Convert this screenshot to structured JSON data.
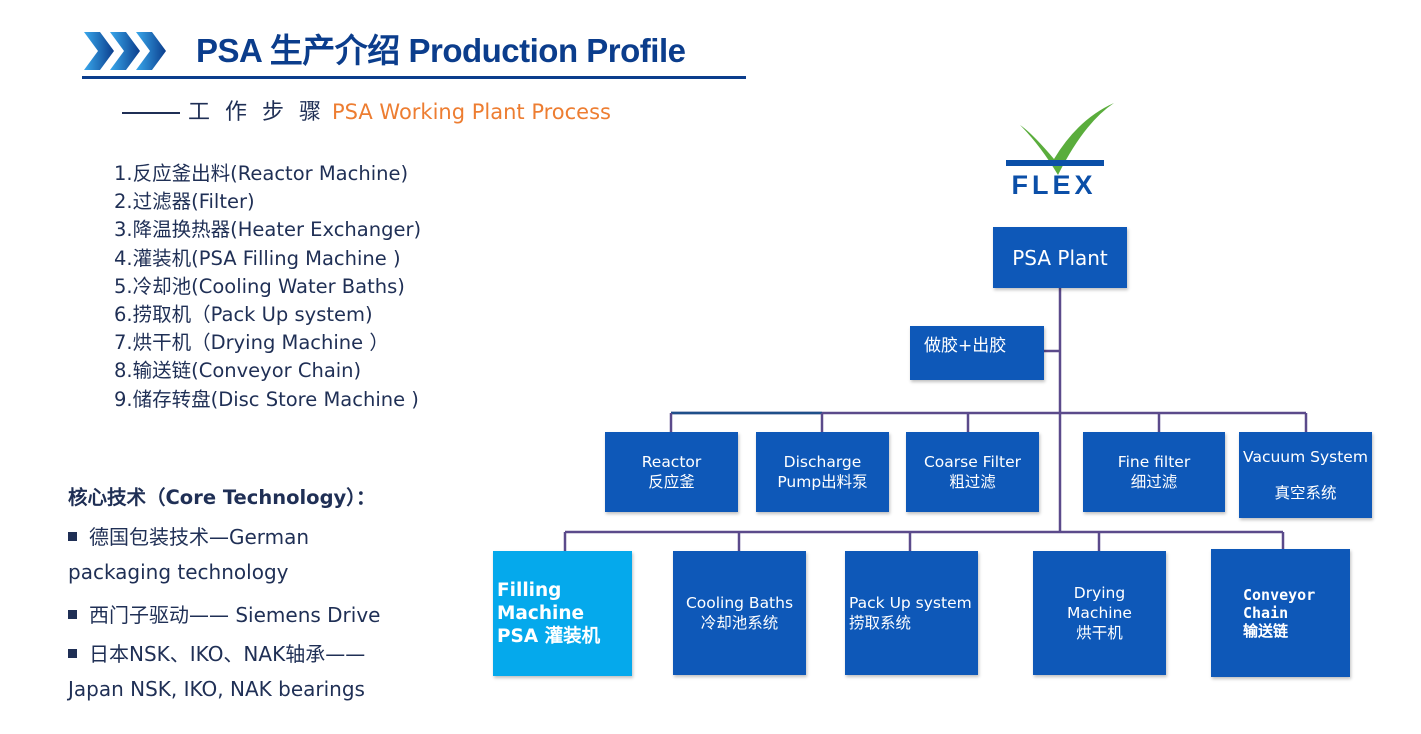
{
  "header": {
    "title": "PSA 生产介绍 Production Profile",
    "subtitle_zh": "工 作 步 骤",
    "subtitle_en": "PSA Working Plant Process"
  },
  "steps": [
    "1.反应釜出料(Reactor Machine)",
    "2.过滤器(Filter)",
    "3.降温换热器(Heater Exchanger)",
    "4.灌装机(PSA Filling Machine )",
    "5.冷却池(Cooling Water Baths)",
    "6.捞取机（Pack Up system)",
    "7.烘干机（Drying Machine ）",
    "8.输送链(Conveyor Chain)",
    "9.储存转盘(Disc Store Machine )"
  ],
  "core": {
    "title": "核心技术（Core Technology）：",
    "l1": "德国包装技术—German",
    "l2": "packaging technology",
    "l3": "西门子驱动—— Siemens Drive",
    "l4": "日本NSK、IKO、NAK轴承——",
    "l5": "Japan NSK, IKO, NAK bearings"
  },
  "logo": {
    "text": "FLEX",
    "check_color": "#5aad3c",
    "bar_color": "#0b4fa8"
  },
  "diagram": {
    "root": "PSA Plant",
    "mid": "做胶+出胶",
    "reactor": {
      "en": "Reactor",
      "zh": "反应釜"
    },
    "discharge": {
      "en": "Discharge",
      "zh": "Pump出料泵"
    },
    "coarse": {
      "en": "Coarse Filter",
      "zh": "粗过滤"
    },
    "fine": {
      "en": "Fine filter",
      "zh": "细过滤"
    },
    "vacuum": {
      "en": "Vacuum System",
      "zh": "真空系统"
    },
    "filling": {
      "en": "Filling Machine",
      "zh": "PSA 灌装机"
    },
    "cooling": {
      "en": "Cooling  Baths",
      "zh": "冷却池系统"
    },
    "packup": {
      "en": "Pack Up system",
      "zh": "捞取系统"
    },
    "drying": {
      "en1": "Drying",
      "en2": "Machine",
      "zh": "烘干机"
    },
    "conveyor": {
      "en1": "Conveyor",
      "en2": "Chain",
      "zh": "输送链"
    }
  },
  "colors": {
    "box": "#0e58b8",
    "filling_box": "#05a9ec",
    "title": "#0b3d8c",
    "accent": "#ed7d31",
    "connector": "#5b4a8b"
  }
}
